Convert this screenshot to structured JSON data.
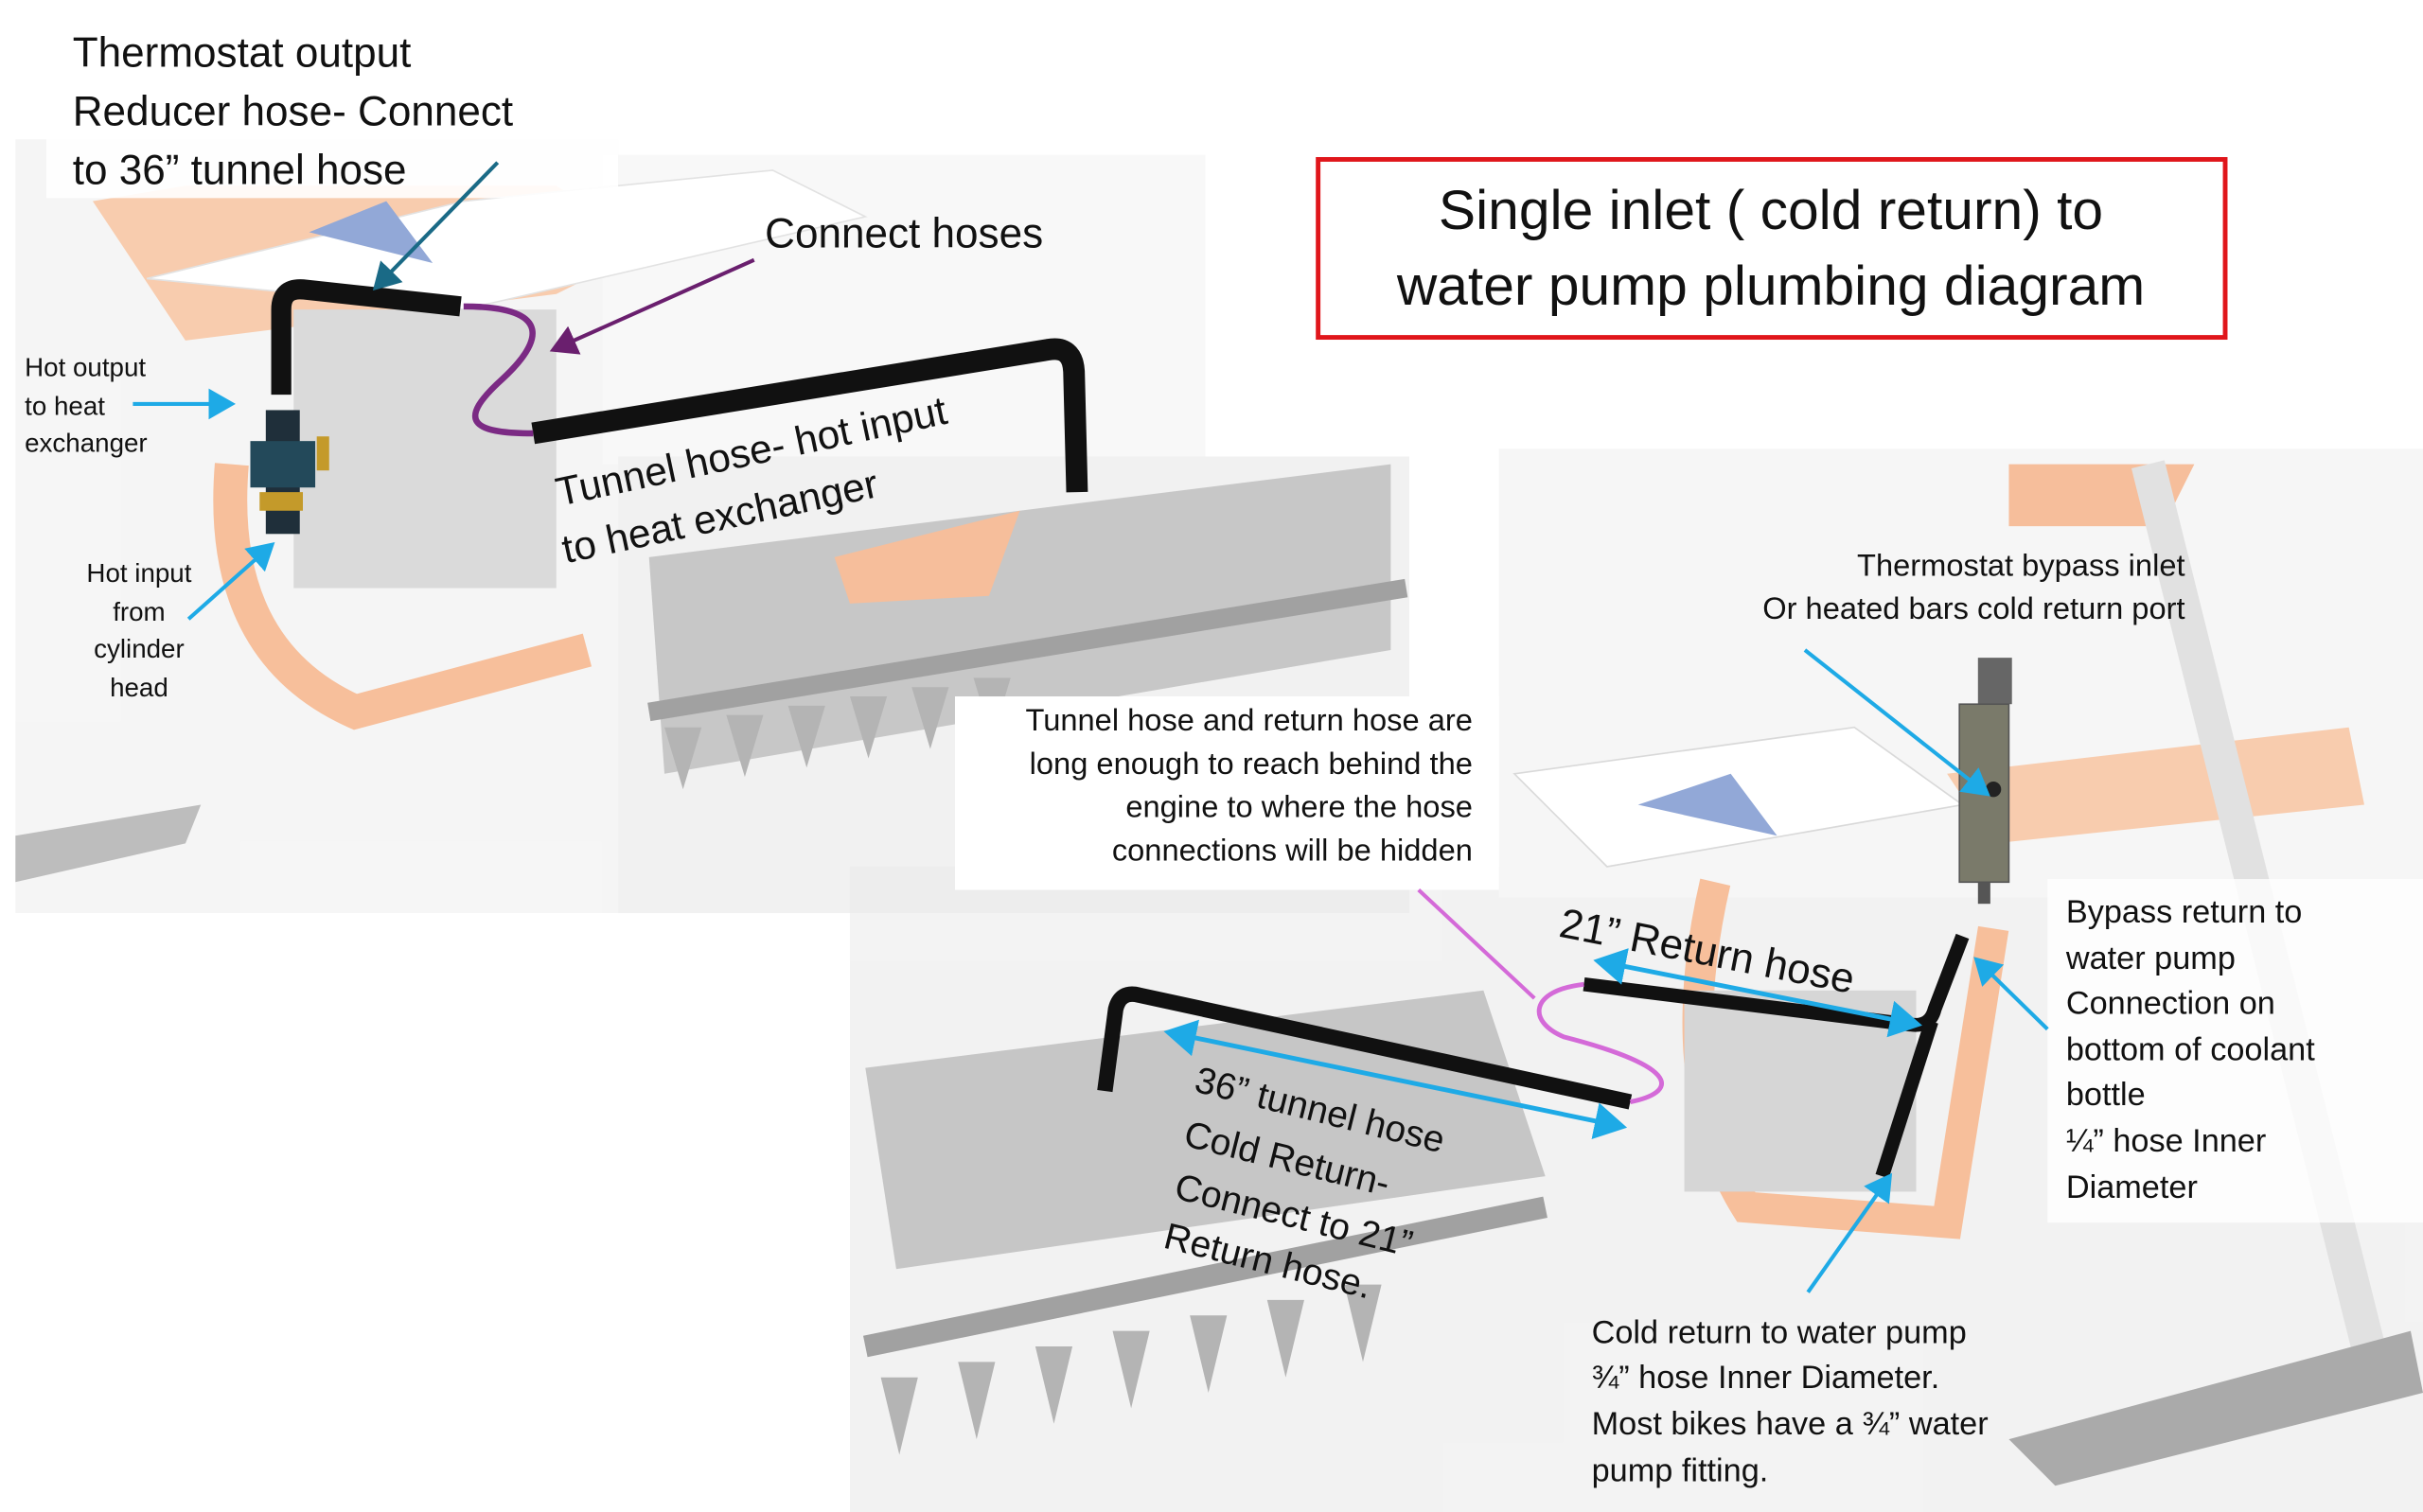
{
  "title": {
    "lines": [
      "Single inlet ( cold return) to",
      "water pump plumbing diagram"
    ],
    "border_color": "#e0161b"
  },
  "left_panel": {
    "thermostat_output_label": [
      "Thermostat output",
      "Reducer hose- Connect",
      "to 36” tunnel hose"
    ],
    "connect_hoses_label": "Connect hoses",
    "hot_output_label": [
      "Hot output",
      "to heat",
      "exchanger"
    ],
    "hot_input_label": [
      "Hot input",
      "from",
      "cylinder",
      "head"
    ],
    "tunnel_hose_label": [
      "Tunnel hose- hot input",
      "to heat exchanger"
    ]
  },
  "right_panel": {
    "note_label": [
      "Tunnel hose and return hose are",
      "long enough to reach behind the",
      "engine to where the hose",
      "connections will be hidden"
    ],
    "bypass_inlet_label": [
      "Thermostat bypass inlet",
      "Or heated bars cold return port"
    ],
    "return_hose_label": "21” Return hose",
    "tunnel_hose_label": [
      "36” tunnel hose",
      "Cold Return-",
      "Connect to 21”",
      "Return hose."
    ],
    "bypass_return_label": [
      "Bypass return to",
      "water pump",
      "Connection on",
      "bottom of coolant",
      "bottle",
      "¼” hose Inner",
      "Diameter"
    ],
    "cold_return_label": [
      "Cold return to water pump",
      "¾” hose Inner Diameter.",
      "Most bikes have a ¾” water",
      "pump fitting."
    ]
  },
  "colors": {
    "arrow_blue": "#1eaae6",
    "arrow_teal": "#1a6a86",
    "arrow_purple": "#6a1f6e",
    "connector_purple": "#7b2a84",
    "connector_pink": "#d46ad8",
    "hose": "#111111",
    "frame_orange": "#f2a36e"
  }
}
